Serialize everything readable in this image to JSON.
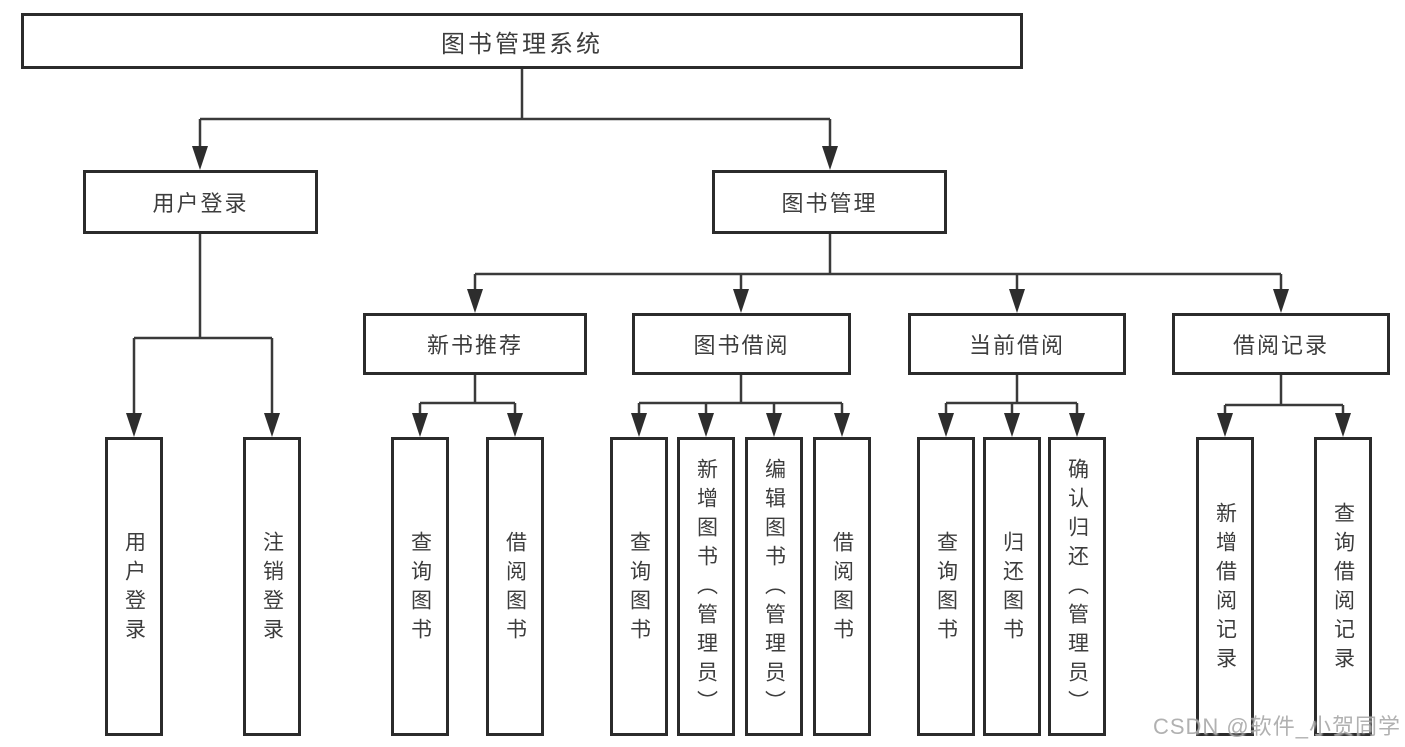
{
  "page": {
    "watermark": "CSDN @软件_小贺同学"
  },
  "colors": {
    "box_border": "#2b2b2b",
    "connector_line": "#3a3a3a",
    "arrowhead": "#2d2d2d",
    "text": "#3d3d3d",
    "watermark_text": "#a3a3a3",
    "background": "#ffffff"
  },
  "tree": {
    "label": "图书管理系统",
    "children": [
      {
        "label": "用户登录",
        "children": [
          {
            "label": "用户登录"
          },
          {
            "label": "注销登录"
          }
        ]
      },
      {
        "label": "图书管理",
        "children": [
          {
            "label": "新书推荐",
            "children": [
              {
                "label": "查询图书"
              },
              {
                "label": "借阅图书"
              }
            ]
          },
          {
            "label": "图书借阅",
            "children": [
              {
                "label": "查询图书"
              },
              {
                "label": "新增图书（管理员）"
              },
              {
                "label": "编辑图书（管理员）"
              },
              {
                "label": "借阅图书"
              }
            ]
          },
          {
            "label": "当前借阅",
            "children": [
              {
                "label": "查询图书"
              },
              {
                "label": "归还图书"
              },
              {
                "label": "确认归还（管理员）"
              }
            ]
          },
          {
            "label": "借阅记录",
            "children": [
              {
                "label": "新增借阅记录"
              },
              {
                "label": "查询借阅记录"
              }
            ]
          }
        ]
      }
    ]
  }
}
